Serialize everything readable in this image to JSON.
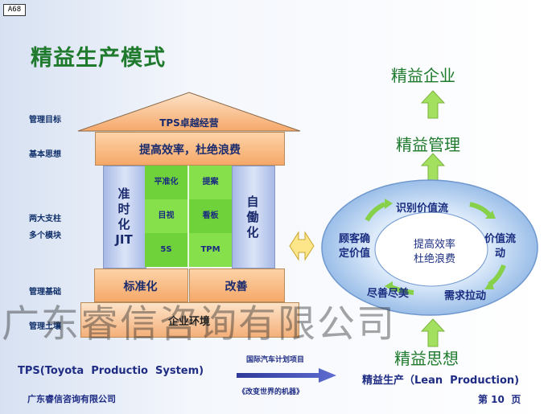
{
  "slide_tag": "A68",
  "title": "精益生产模式",
  "side_labels": {
    "goal": "管理目标",
    "thinking": "基本思想",
    "pillars": "两大支柱",
    "modules": "多个模块",
    "foundation": "管理基础",
    "soil": "管理土壤"
  },
  "house": {
    "roof": "TPS卓越经营",
    "beam": "提高效率，杜绝浪费",
    "left_pillar": [
      "准",
      "时",
      "化",
      "JIT"
    ],
    "right_pillar": [
      "自",
      "働",
      "化"
    ],
    "grid": [
      "平准化",
      "提案",
      "目视",
      "看板",
      "5S",
      "TPM"
    ],
    "base_left": "标准化",
    "base_right": "改善",
    "ground": "企业环境"
  },
  "flow": {
    "top": "精益企业",
    "middle": "精益管理",
    "bottom": "精益思想"
  },
  "ring": {
    "center_line1": "提高效率",
    "center_line2": "杜绝浪费",
    "identify": "识别价值流",
    "flow": [
      "价值流",
      "动"
    ],
    "pull": "需求拉动",
    "perfect": "尽善尽美",
    "customer": [
      "顾客确",
      "定价值"
    ]
  },
  "footer": {
    "tps": "TPS(Toyota  Productio  System)",
    "project": "国际汽车计划项目",
    "book": "《改变世界的机器》",
    "lean": "精益生产（Lean  Production)",
    "company": "广东睿信咨询有限公司",
    "page": "第 10  页"
  },
  "watermark": "广东睿信咨询有限公司",
  "colors": {
    "title_green": "#1f7a2e",
    "orange_box": "#fbbf8a",
    "pillar_blue": "#b8c8ec",
    "grid_green": "#7fdc44",
    "ring_blue": "#9dc1ea",
    "arrow_green": "#9ddc5a"
  }
}
